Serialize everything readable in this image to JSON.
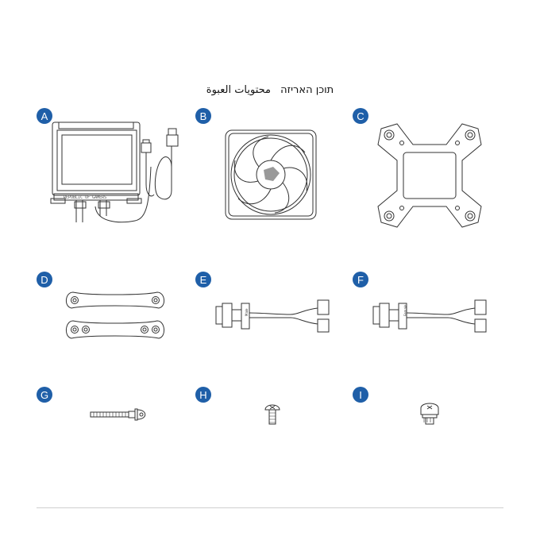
{
  "heading": {
    "hebrew": "תוכן האריזה",
    "arabic": "محتويات العبوة"
  },
  "badge_color": "#1f5fa8",
  "items": [
    {
      "letter": "A",
      "icon": "aio-pump-block-icon",
      "brand_text": "REPUBLIC OF GAMERS"
    },
    {
      "letter": "B",
      "icon": "fan-icon"
    },
    {
      "letter": "C",
      "icon": "mounting-bracket-icon"
    },
    {
      "letter": "D",
      "icon": "backplate-bars-icon"
    },
    {
      "letter": "E",
      "icon": "fan-y-cable-male-icon",
      "cable_label": "Male"
    },
    {
      "letter": "F",
      "icon": "fan-y-cable-female-icon",
      "cable_label": "Female"
    },
    {
      "letter": "G",
      "icon": "long-screw-icon"
    },
    {
      "letter": "H",
      "icon": "short-screw-icon"
    },
    {
      "letter": "I",
      "icon": "thumb-screw-icon"
    }
  ]
}
